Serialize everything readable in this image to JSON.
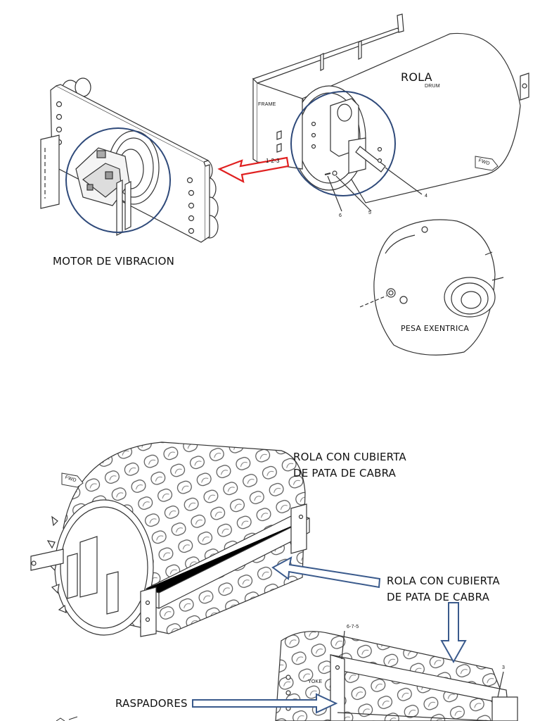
{
  "labels": {
    "rola": "ROLA",
    "drum": "DRUM",
    "frame": "FRAME",
    "motor_vibracion": "MOTOR DE VIBRACION",
    "pesa_exentrica": "PESA EXENTRICA",
    "rola_cubierta_1_line1": "ROLA CON CUBIERTA",
    "rola_cubierta_1_line2": "DE PATA DE CABRA",
    "rola_cubierta_2_line1": "ROLA CON CUBIERTA",
    "rola_cubierta_2_line2": "DE PATA DE CABRA",
    "raspadores": "RASPADORES",
    "fwd_top": "FWD",
    "fwd_bottom": "FWD",
    "yoke": "YOKE"
  },
  "callouts": {
    "c123": "1-2-3",
    "c4": "4",
    "c5": "5",
    "c6": "6",
    "c675": "6-7-5",
    "c3": "3"
  },
  "colors": {
    "circle": "#2f4a7a",
    "red_arrow": "#e02020",
    "blue_arrow": "#3a5a8c",
    "line": "#333333"
  }
}
